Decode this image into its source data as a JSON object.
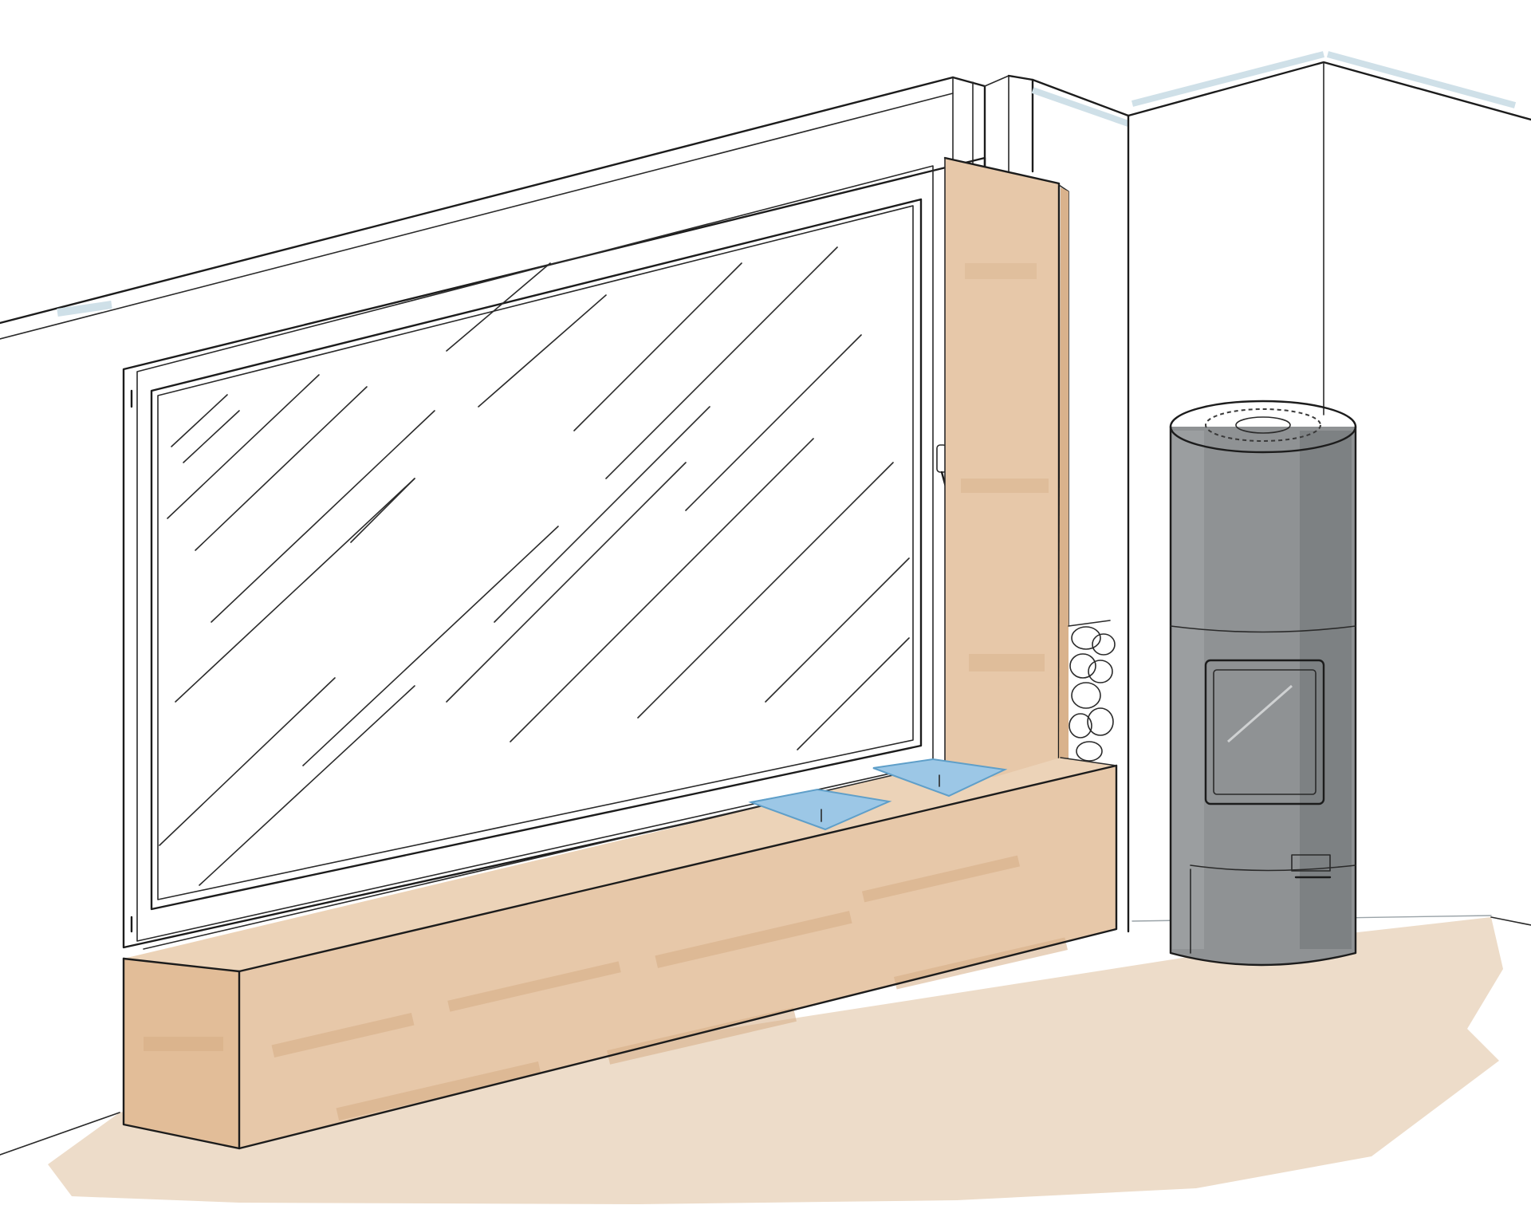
{
  "scene": {
    "type": "interior-sketch",
    "colors": {
      "wood": "#e7c8a9",
      "wood_dark": "#d9b28c",
      "floor": "#eddcc9",
      "stove": "#8f9294",
      "stove_dark": "#6f7274",
      "cushion": "#9cc7e6",
      "glass": "#ffffff",
      "wall_trim": "#cfe0e8",
      "ink": "#1c1c1c"
    },
    "elements": [
      "window",
      "window-bench",
      "side-panel",
      "firewood-stack",
      "wood-stove",
      "floor",
      "walls"
    ],
    "cushion_count": 2,
    "log_count": 8
  }
}
